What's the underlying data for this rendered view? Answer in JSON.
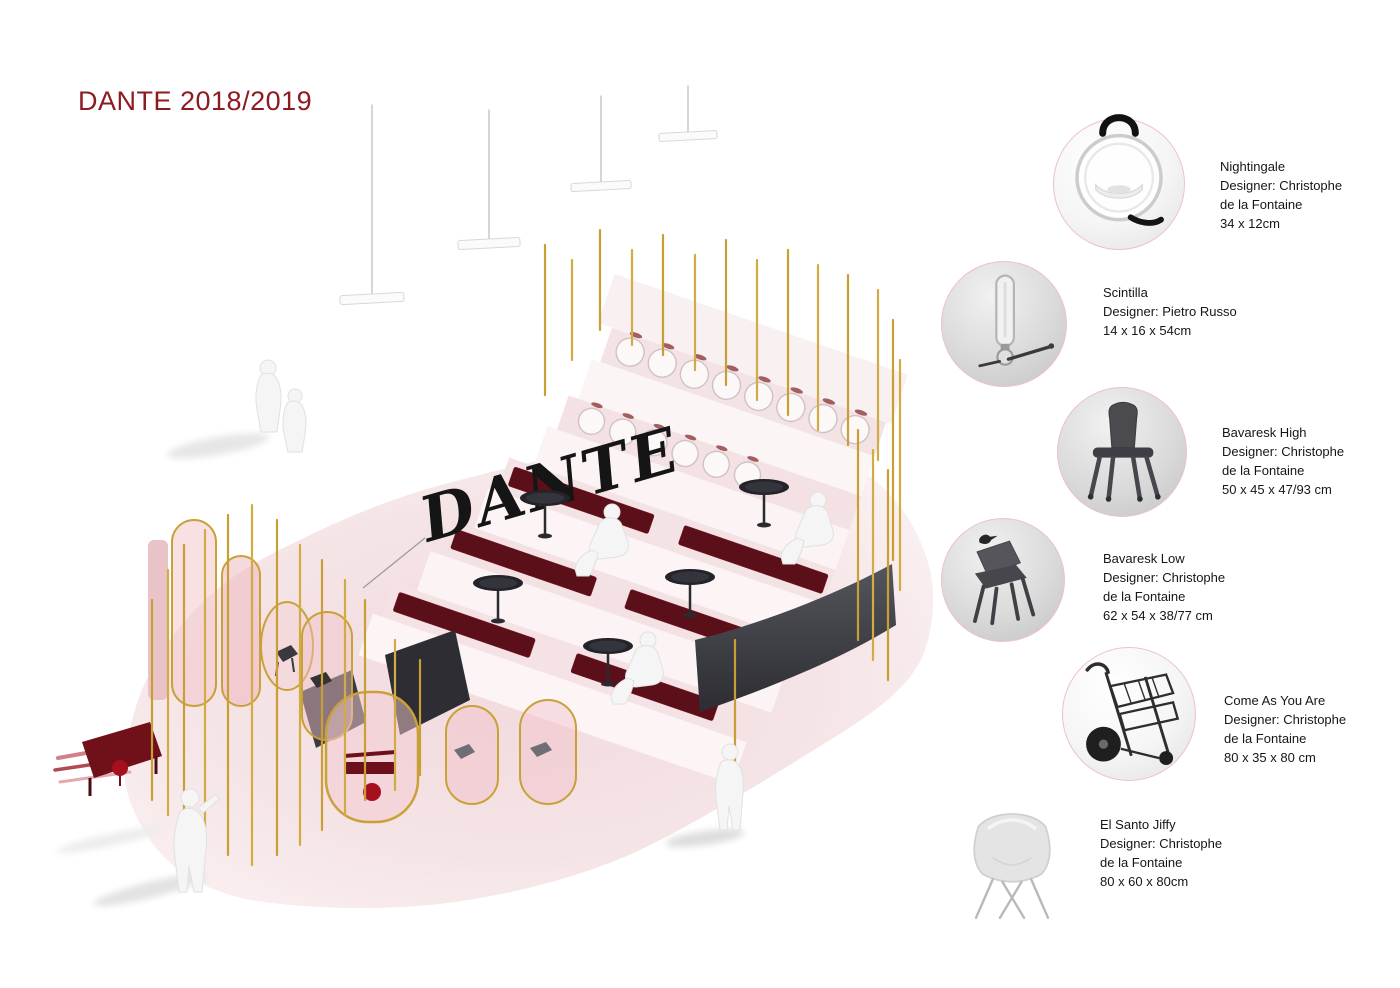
{
  "page": {
    "title": "DANTE 2018/2019",
    "title_color": "#8e1b22",
    "background": "#ffffff"
  },
  "scene": {
    "description": "Isometric render of the DANTE exhibition stand: tiered pink amphitheater with maroon seat cushions, glass jars, brass poles, pendant lights, pink glass display capsules and visitors",
    "sign_text": "DANTE",
    "colors": {
      "floor_pink": "#f3dfe2",
      "tier_pink": "#f4e3e5",
      "cushion_maroon": "#5b0f18",
      "brass_gold": "#c79f35",
      "dark_wall": "#3a3a41",
      "glass_pink": "#f0c3ca",
      "accent_red": "#a80f1e"
    }
  },
  "products": [
    {
      "name": "Nightingale",
      "designer_line1": "Designer: Christophe",
      "designer_line2": "de la Fontaine",
      "dimensions": "34 x 12cm",
      "icon": "nightingale-lamp-icon"
    },
    {
      "name": "Scintilla",
      "designer_line1": "Designer: Pietro Russo",
      "designer_line2": "",
      "dimensions": "14 x 16 x 54cm",
      "icon": "scintilla-lamp-icon"
    },
    {
      "name": "Bavaresk High",
      "designer_line1": "Designer: Christophe",
      "designer_line2": "de la Fontaine",
      "dimensions": "50 x 45 x 47/93 cm",
      "icon": "bavaresk-high-chair-icon"
    },
    {
      "name": "Bavaresk Low",
      "designer_line1": "Designer: Christophe",
      "designer_line2": "de la Fontaine",
      "dimensions": "62 x 54 x 38/77 cm",
      "icon": "bavaresk-low-chair-icon"
    },
    {
      "name": "Come As You Are",
      "designer_line1": "Designer: Christophe",
      "designer_line2": "de la Fontaine",
      "dimensions": "80 x 35 x 80 cm",
      "icon": "come-as-you-are-cart-icon"
    },
    {
      "name": "El Santo Jiffy",
      "designer_line1": "Designer: Christophe",
      "designer_line2": "de la Fontaine",
      "dimensions": "80 x 60 x 80cm",
      "icon": "el-santo-jiffy-chair-icon"
    }
  ]
}
